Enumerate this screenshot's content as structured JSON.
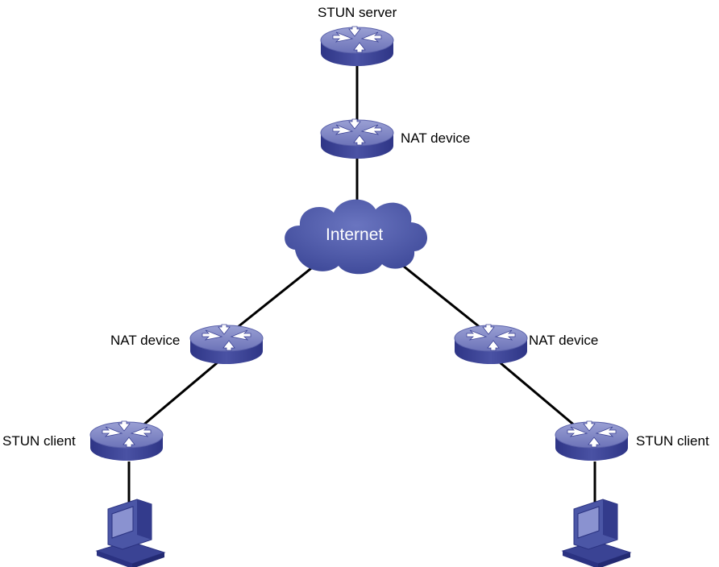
{
  "labels": {
    "stun_server": "STUN server",
    "nat_top": "NAT device",
    "internet": "Internet",
    "nat_left": "NAT device",
    "nat_right": "NAT device",
    "stun_client_left": "STUN client",
    "stun_client_right": "STUN client"
  },
  "colors": {
    "router_top": "#7f86c4",
    "router_side": "#3c4396",
    "cloud": "#4a55a8",
    "link": "#000000",
    "pc_body": "#4b56a6"
  },
  "icons": {
    "router": "router-icon",
    "cloud": "cloud-icon",
    "pc": "pc-icon"
  }
}
